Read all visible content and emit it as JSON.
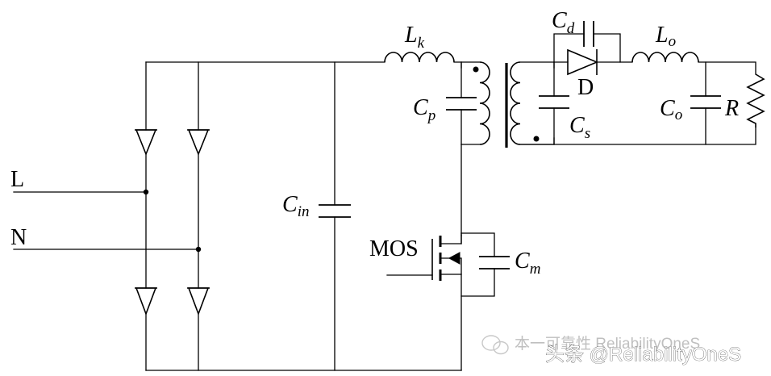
{
  "diagram": {
    "type": "circuit-schematic",
    "labels": {
      "line": "L",
      "neutral": "N",
      "mos": "MOS",
      "diode": "D",
      "resistor": "R"
    },
    "components": [
      {
        "id": "Lk",
        "base": "L",
        "sub": "k"
      },
      {
        "id": "Cp",
        "base": "C",
        "sub": "p"
      },
      {
        "id": "Cd",
        "base": "C",
        "sub": "d"
      },
      {
        "id": "Lo",
        "base": "L",
        "sub": "o"
      },
      {
        "id": "Cs",
        "base": "C",
        "sub": "s"
      },
      {
        "id": "Co",
        "base": "C",
        "sub": "o"
      },
      {
        "id": "Cin",
        "base": "C",
        "sub": "in"
      },
      {
        "id": "Cm",
        "base": "C",
        "sub": "m"
      }
    ]
  },
  "watermark": {
    "line1": "本一可靠性 ReliabilityOneS",
    "line2": "头条 @ReliabilityOneS"
  }
}
